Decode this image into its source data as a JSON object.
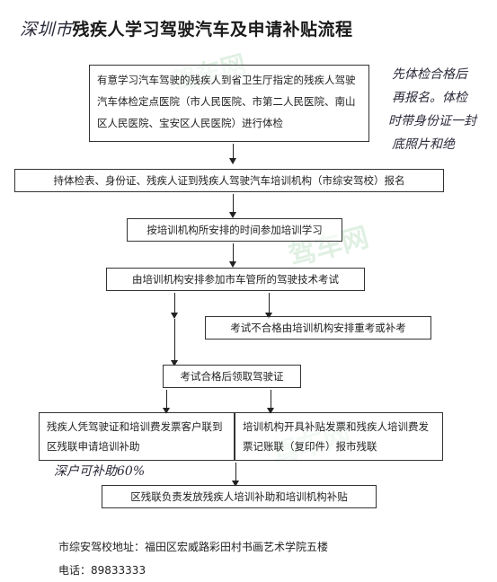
{
  "title": {
    "handwritten_prefix": "深圳市",
    "text": "残疾人学习驾驶汽车及申请补贴流程"
  },
  "steps": {
    "step1": "有意学习汽车驾驶的残疾人到省卫生厅指定的残疾人驾驶汽车体检定点医院（市人民医院、市第二人民医院、南山区人民医院、宝安区人民医院）进行体检",
    "step2": "持体检表、身份证、残疾人证到残疾人驾驶汽车培训机构（市综安驾校）报名",
    "step3": "按培训机构所安排的时间参加培训学习",
    "step4": "由培训机构安排参加市车管所的驾驶技术考试",
    "step4_fail": "考试不合格由培训机构安排重考或补考",
    "step5": "考试合格后领取驾驶证",
    "step6_left": "残疾人凭驾驶证和培训费发票客户联到区残联申请培训补助",
    "step6_right": "培训机构开具补贴发票和残疾人培训费发票记账联（复印件）报市残联",
    "step7": "区残联负责发放残疾人培训补助和培训机构补贴"
  },
  "handwritten_notes": {
    "right_note": [
      "先体检合格后",
      "再报名。体检",
      "时带身份证一封",
      "底照片和绝"
    ],
    "left_note": "深户可补助60%"
  },
  "footer": {
    "address": "市综安驾校地址：福田区宏威路彩田村书画艺术学院五楼",
    "phone": "电话：89833333"
  }
}
